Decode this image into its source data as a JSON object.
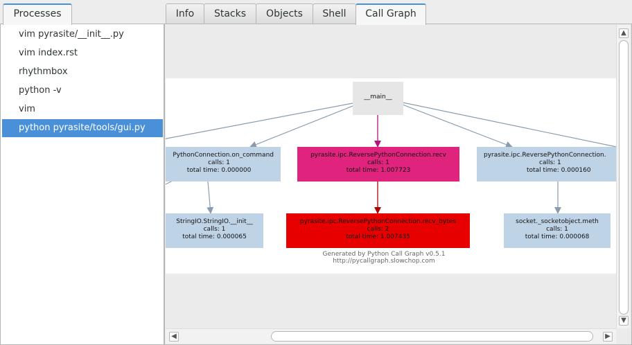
{
  "processes_tab": {
    "label": "Processes"
  },
  "processes": [
    {
      "label": "vim pyrasite/__init__.py",
      "selected": false
    },
    {
      "label": "vim index.rst",
      "selected": false
    },
    {
      "label": "rhythmbox",
      "selected": false
    },
    {
      "label": "python -v",
      "selected": false
    },
    {
      "label": "vim",
      "selected": false
    },
    {
      "label": "python pyrasite/tools/gui.py",
      "selected": true
    }
  ],
  "tabs": [
    {
      "label": "Info",
      "active": false
    },
    {
      "label": "Stacks",
      "active": false
    },
    {
      "label": "Objects",
      "active": false
    },
    {
      "label": "Shell",
      "active": false
    },
    {
      "label": "Call Graph",
      "active": true
    }
  ],
  "graph": {
    "main": {
      "name": "__main__"
    },
    "nodes": [
      {
        "name": "PythonConnection.on_command",
        "calls": "calls: 1",
        "time": "total time: 0.000000",
        "color": "#bfd3e6"
      },
      {
        "name": "pyrasite.ipc.ReversePythonConnection.recv",
        "calls": "calls: 1",
        "time": "total time: 1.007723",
        "color": "#e0237c"
      },
      {
        "name": "pyrasite.ipc.ReversePythonConnection.",
        "calls": "calls: 1",
        "time": "total time: 0.000160",
        "color": "#bfd3e6"
      },
      {
        "name": "StringIO.StringIO.__init__",
        "calls": "calls: 1",
        "time": "total time: 0.000065",
        "color": "#bfd3e6"
      },
      {
        "name": "pyrasite.ipc.ReversePythonConnection.recv_bytes",
        "calls": "calls: 2",
        "time": "total time: 1.007435",
        "color": "#e60000"
      },
      {
        "name": "socket._socketobject.meth",
        "calls": "calls: 1",
        "time": "total time: 0.000068",
        "color": "#bfd3e6"
      }
    ],
    "footer_line1": "Generated by Python Call Graph v0.5.1",
    "footer_line2": "http://pycallgraph.slowchop.com"
  },
  "scroll": {
    "up_icon": "▲",
    "down_icon": "▼",
    "left_icon": "◀",
    "right_icon": "▶"
  }
}
